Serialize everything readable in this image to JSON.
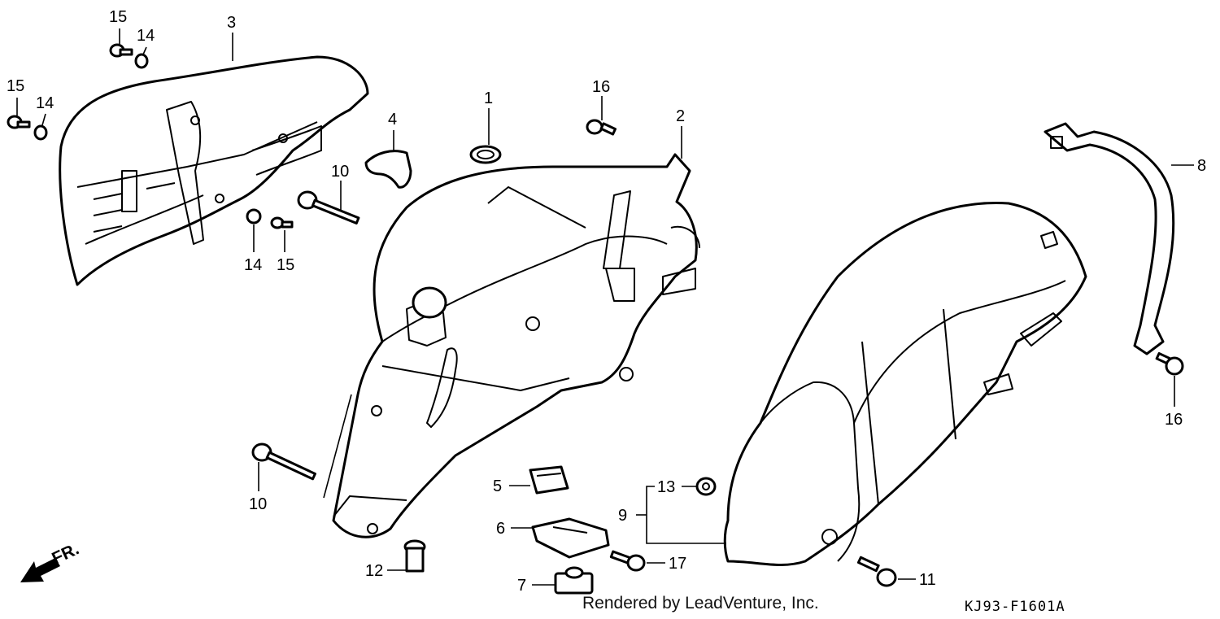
{
  "diagram": {
    "direction_label": "FR.",
    "footer_credit": "Rendered by LeadVenture, Inc.",
    "diagram_code": "KJ93-F1601A",
    "callouts": [
      {
        "id": "c1",
        "label": "1"
      },
      {
        "id": "c2",
        "label": "2"
      },
      {
        "id": "c3",
        "label": "3"
      },
      {
        "id": "c4",
        "label": "4"
      },
      {
        "id": "c5",
        "label": "5"
      },
      {
        "id": "c6",
        "label": "6"
      },
      {
        "id": "c7",
        "label": "7"
      },
      {
        "id": "c8",
        "label": "8"
      },
      {
        "id": "c9",
        "label": "9"
      },
      {
        "id": "c10a",
        "label": "10"
      },
      {
        "id": "c10b",
        "label": "10"
      },
      {
        "id": "c11",
        "label": "11"
      },
      {
        "id": "c12",
        "label": "12"
      },
      {
        "id": "c13",
        "label": "13"
      },
      {
        "id": "c14a",
        "label": "14"
      },
      {
        "id": "c14b",
        "label": "14"
      },
      {
        "id": "c14c",
        "label": "14"
      },
      {
        "id": "c15a",
        "label": "15"
      },
      {
        "id": "c15b",
        "label": "15"
      },
      {
        "id": "c15c",
        "label": "15"
      },
      {
        "id": "c16a",
        "label": "16"
      },
      {
        "id": "c16b",
        "label": "16"
      },
      {
        "id": "c17",
        "label": "17"
      }
    ]
  }
}
